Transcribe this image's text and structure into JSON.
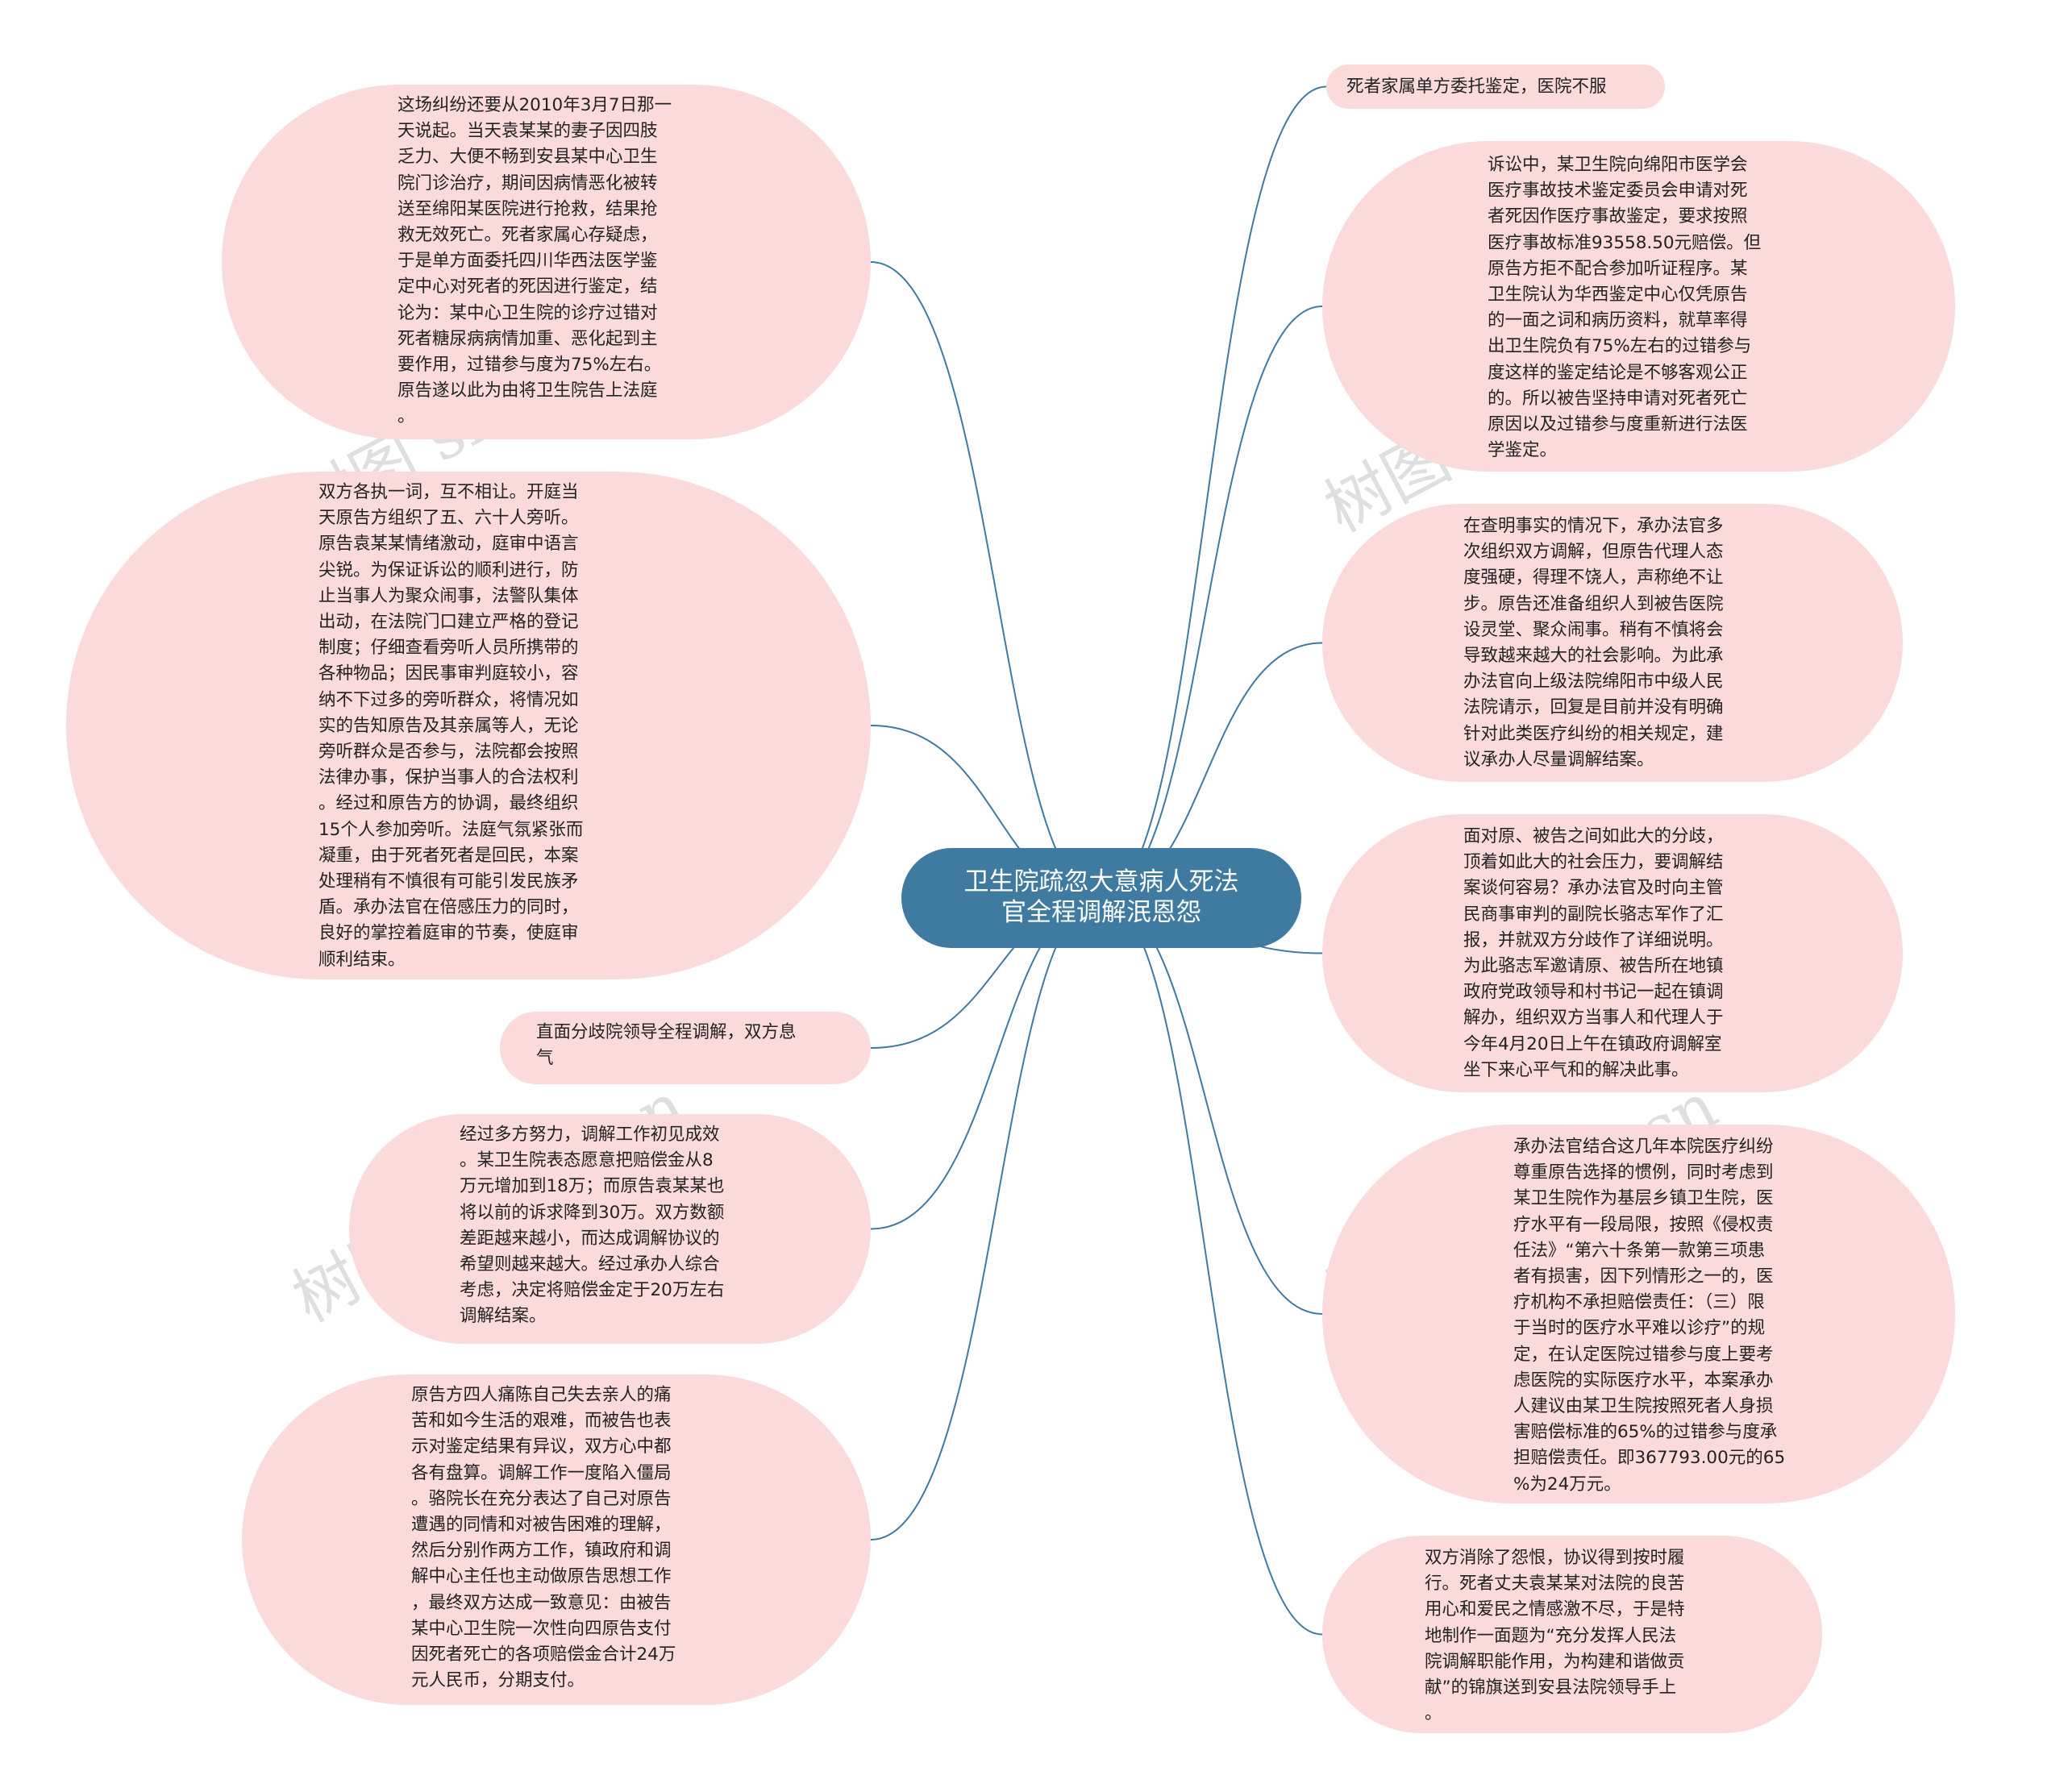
{
  "center": {
    "label": "卫生院疏忽大意病人死法\n官全程调解泯恩怨"
  },
  "watermark": "树图 shutu.cn",
  "colors": {
    "link": "#3f7aa1",
    "central": "#3f7aa1",
    "node": "#fadadb"
  },
  "left_nodes": [
    {
      "text": "这场纠纷还要从2010年3月7日那一\n天说起。当天袁某某的妻子因四肢\n乏力、大便不畅到安县某中心卫生\n院门诊治疗，期间因病情恶化被转\n送至绵阳某医院进行抢救，结果抢\n救无效死亡。死者家属心存疑虑，\n于是单方面委托四川华西法医学鉴\n定中心对死者的死因进行鉴定，结\n论为：某中心卫生院的诊疗过错对\n死者糖尿病病情加重、恶化起到主\n要作用，过错参与度为75%左右。\n原告遂以此为由将卫生院告上法庭\n。"
    },
    {
      "text": "双方各执一词，互不相让。开庭当\n天原告方组织了五、六十人旁听。\n原告袁某某情绪激动，庭审中语言\n尖锐。为保证诉讼的顺利进行，防\n止当事人为聚众闹事，法警队集体\n出动，在法院门口建立严格的登记\n制度；仔细查看旁听人员所携带的\n各种物品；因民事审判庭较小，容\n纳不下过多的旁听群众，将情况如\n实的告知原告及其亲属等人，无论\n旁听群众是否参与，法院都会按照\n法律办事，保护当事人的合法权利\n。经过和原告方的协调，最终组织\n15个人参加旁听。法庭气氛紧张而\n凝重，由于死者死者是回民，本案\n处理稍有不慎很有可能引发民族矛\n盾。承办法官在倍感压力的同时，\n良好的掌控着庭审的节奏，使庭审\n顺利结束。"
    },
    {
      "text": "直面分歧院领导全程调解，双方息\n气"
    },
    {
      "text": "经过多方努力，调解工作初见成效\n。某卫生院表态愿意把赔偿金从8\n万元增加到18万；而原告袁某某也\n将以前的诉求降到30万。双方数额\n差距越来越小，而达成调解协议的\n希望则越来越大。经过承办人综合\n考虑，决定将赔偿金定于20万左右\n调解结案。"
    },
    {
      "text": "原告方四人痛陈自己失去亲人的痛\n苦和如今生活的艰难，而被告也表\n示对鉴定结果有异议，双方心中都\n各有盘算。调解工作一度陷入僵局\n。骆院长在充分表达了自己对原告\n遭遇的同情和对被告困难的理解，\n然后分别作两方工作，镇政府和调\n解中心主任也主动做原告思想工作\n，最终双方达成一致意见：由被告\n某中心卫生院一次性向四原告支付\n因死者死亡的各项赔偿金合计24万\n元人民币，分期支付。"
    }
  ],
  "right_nodes": [
    {
      "text": "死者家属单方委托鉴定，医院不服"
    },
    {
      "text": "诉讼中，某卫生院向绵阳市医学会\n医疗事故技术鉴定委员会申请对死\n者死因作医疗事故鉴定，要求按照\n医疗事故标准93558.50元赔偿。但\n原告方拒不配合参加听证程序。某\n卫生院认为华西鉴定中心仅凭原告\n的一面之词和病历资料，就草率得\n出卫生院负有75%左右的过错参与\n度这样的鉴定结论是不够客观公正\n的。所以被告坚持申请对死者死亡\n原因以及过错参与度重新进行法医\n学鉴定。"
    },
    {
      "text": "在查明事实的情况下，承办法官多\n次组织双方调解，但原告代理人态\n度强硬，得理不饶人，声称绝不让\n步。原告还准备组织人到被告医院\n设灵堂、聚众闹事。稍有不慎将会\n导致越来越大的社会影响。为此承\n办法官向上级法院绵阳市中级人民\n法院请示，回复是目前并没有明确\n针对此类医疗纠纷的相关规定，建\n议承办人尽量调解结案。"
    },
    {
      "text": "面对原、被告之间如此大的分歧，\n顶着如此大的社会压力，要调解结\n案谈何容易？承办法官及时向主管\n民商事审判的副院长骆志军作了汇\n报，并就双方分歧作了详细说明。\n为此骆志军邀请原、被告所在地镇\n政府党政领导和村书记一起在镇调\n解办，组织双方当事人和代理人于\n今年4月20日上午在镇政府调解室\n坐下来心平气和的解决此事。"
    },
    {
      "text": "承办法官结合这几年本院医疗纠纷\n尊重原告选择的惯例，同时考虑到\n某卫生院作为基层乡镇卫生院，医\n疗水平有一段局限，按照《侵权责\n任法》“第六十条第一款第三项患\n者有损害，因下列情形之一的，医\n疗机构不承担赔偿责任：（三）限\n于当时的医疗水平难以诊疗”的规\n定，在认定医院过错参与度上要考\n虑医院的实际医疗水平，本案承办\n人建议由某卫生院按照死者人身损\n害赔偿标准的65%的过错参与度承\n担赔偿责任。即367793.00元的65\n%为24万元。"
    },
    {
      "text": "双方消除了怨恨，协议得到按时履\n行。死者丈夫袁某某对法院的良苦\n用心和爱民之情感激不尽，于是特\n地制作一面题为“充分发挥人民法\n院调解职能作用，为构建和谐做贡\n献”的锦旗送到安县法院领导手上\n。"
    }
  ]
}
